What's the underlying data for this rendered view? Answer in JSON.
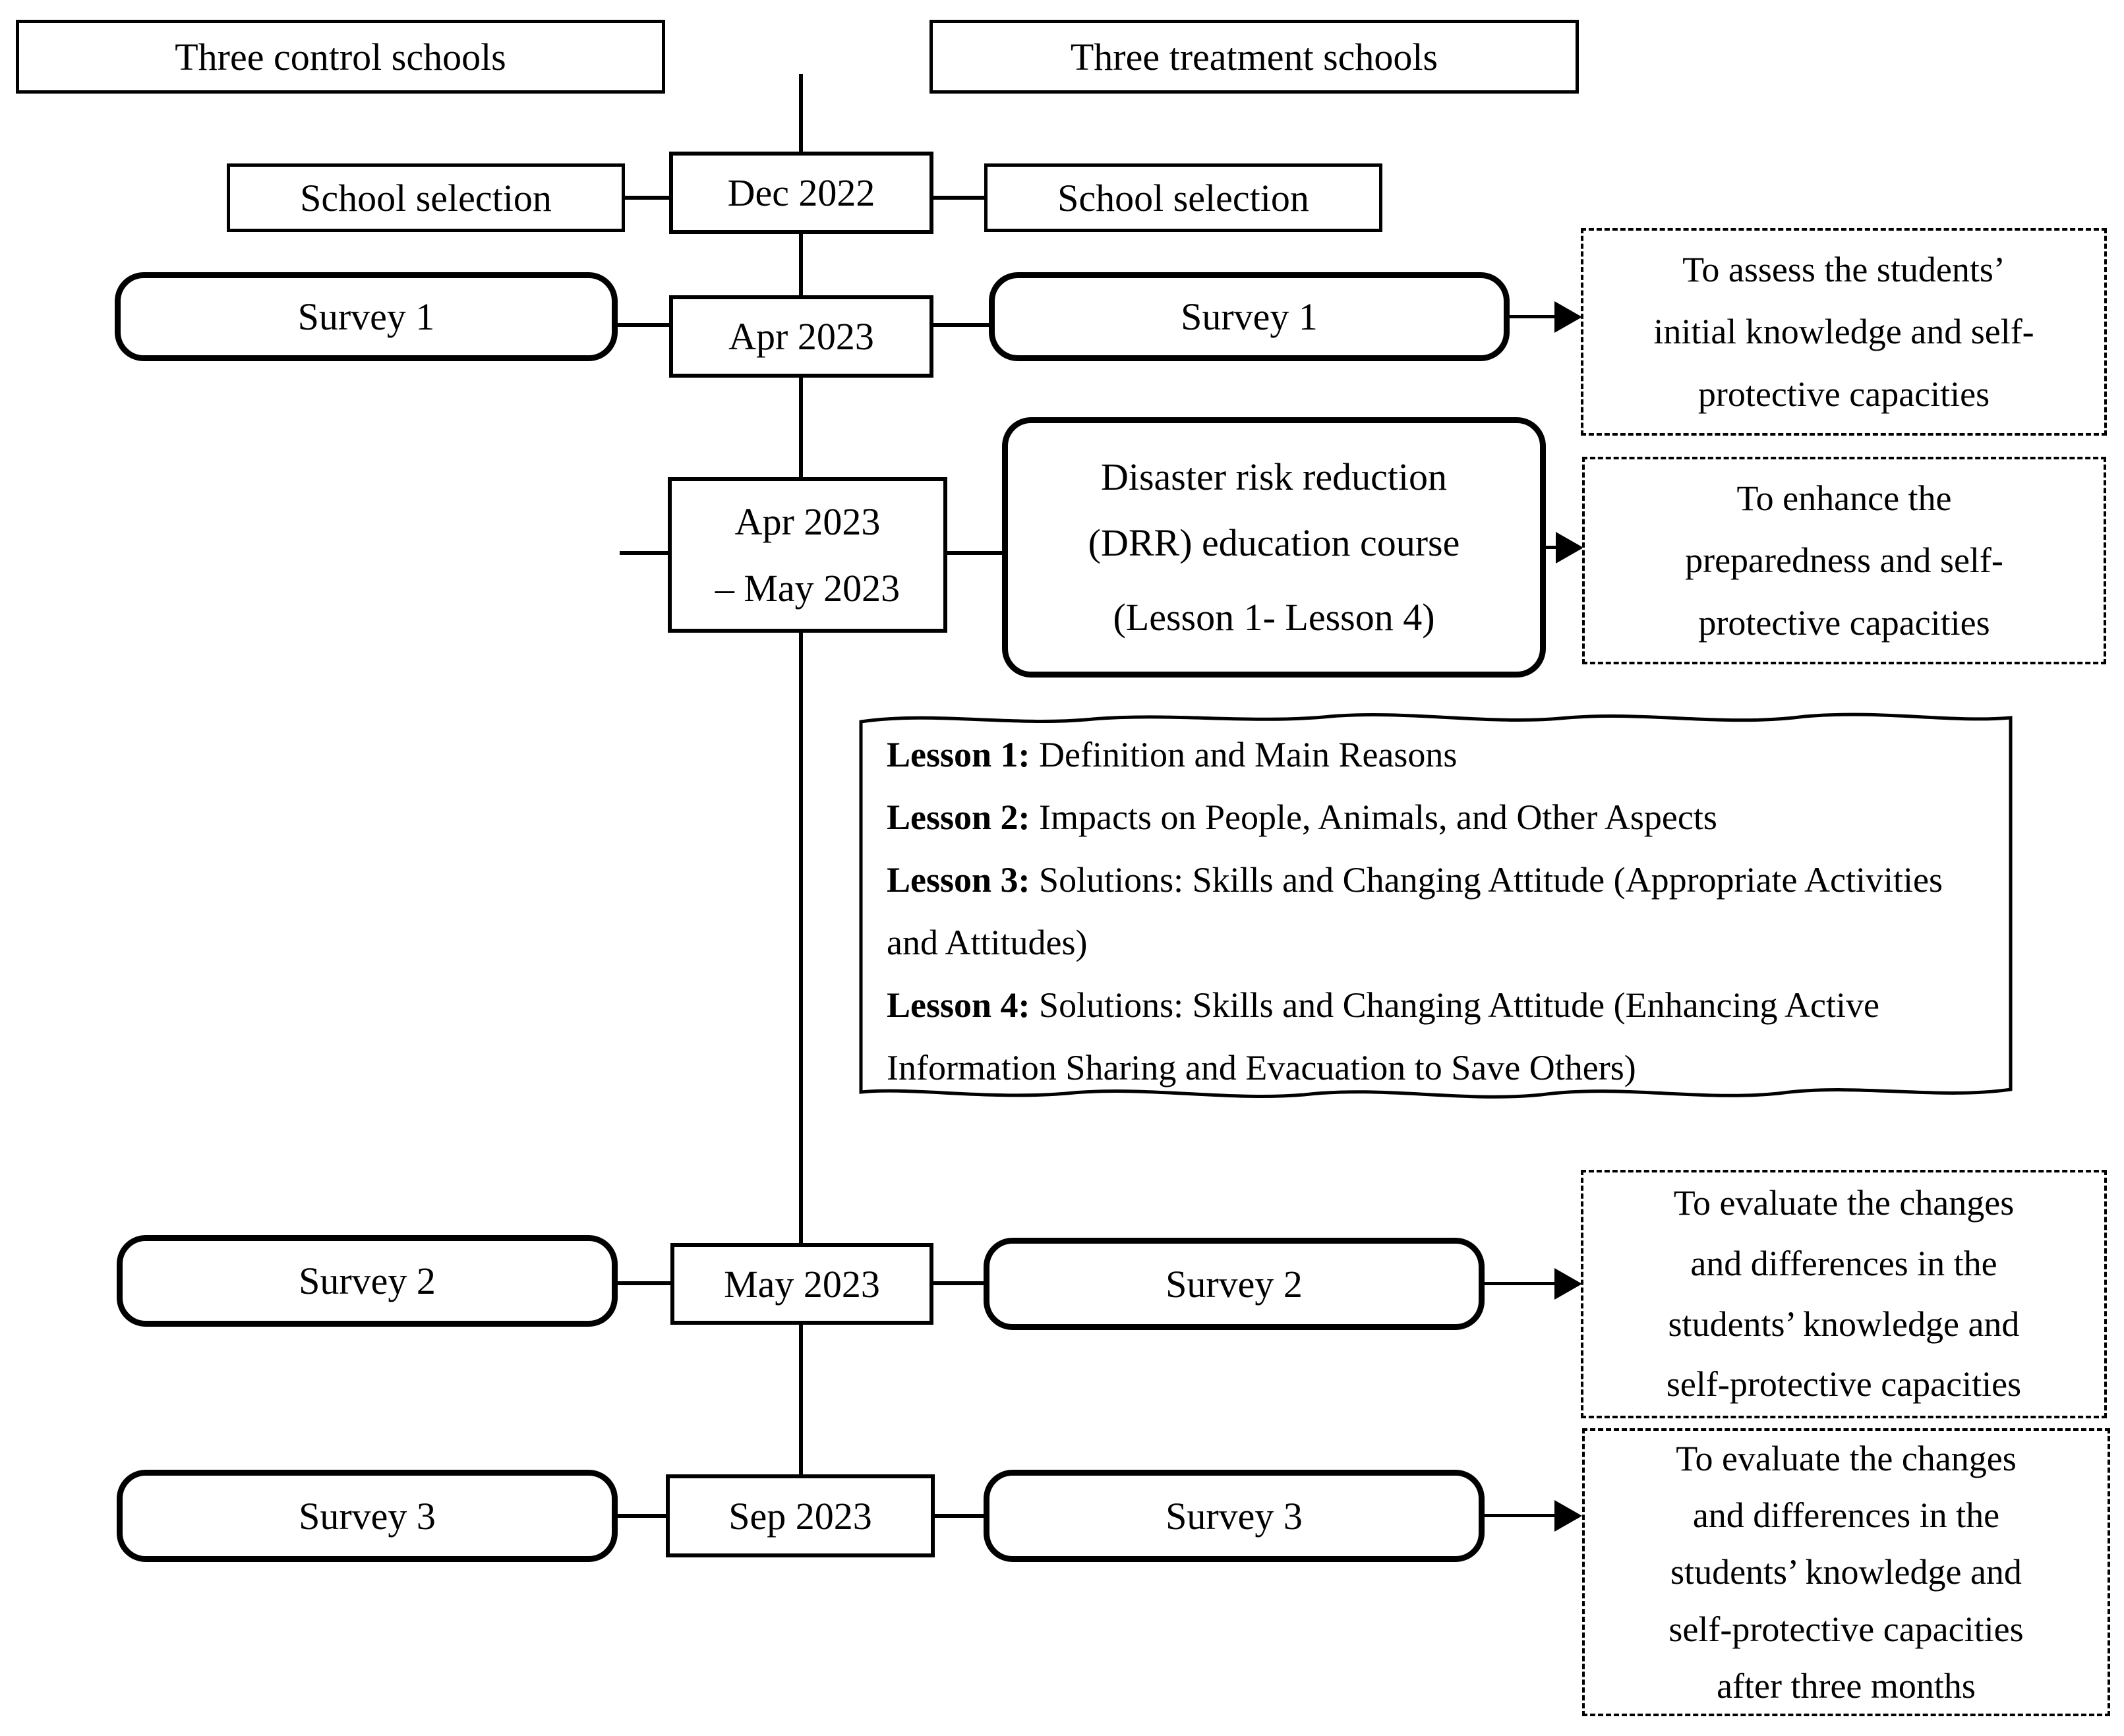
{
  "colors": {
    "ink": "#000000",
    "background": "#ffffff"
  },
  "headers": {
    "control": "Three control schools",
    "treatment": "Three treatment schools"
  },
  "rows": {
    "school_selection": {
      "date": "Dec 2022",
      "left": "School selection",
      "right": "School selection"
    },
    "survey1": {
      "date": "Apr 2023",
      "left": "Survey 1",
      "right": "Survey 1"
    },
    "course": {
      "date_lines": [
        "Apr 2023",
        "– May 2023"
      ],
      "title_lines": [
        "Disaster risk reduction",
        "(DRR) education course"
      ],
      "subtitle": "(Lesson 1- Lesson 4)"
    },
    "survey2": {
      "date": "May 2023",
      "left": "Survey 2",
      "right": "Survey 2"
    },
    "survey3": {
      "date": "Sep 2023",
      "left": "Survey 3",
      "right": "Survey 3"
    }
  },
  "goals": [
    {
      "lines": [
        "To assess the students’",
        "initial knowledge and self-",
        "protective capacities"
      ]
    },
    {
      "lines": [
        "To enhance the",
        "preparedness and self-",
        "protective capacities"
      ]
    },
    {
      "lines": [
        "To evaluate the changes",
        "and differences in the",
        "students’ knowledge and",
        "self-protective capacities"
      ]
    },
    {
      "lines": [
        "To evaluate the changes",
        "and differences in the",
        "students’ knowledge and",
        "self-protective capacities",
        "after three months"
      ]
    }
  ],
  "lessons": {
    "items": [
      {
        "label": "Lesson 1:",
        "text": " Definition and Main Reasons"
      },
      {
        "label": "Lesson 2:",
        "text": " Impacts on People, Animals, and Other Aspects"
      },
      {
        "label": "Lesson 3:",
        "text": " Solutions: Skills and Changing Attitude (Appropriate Activities and Attitudes)"
      },
      {
        "label": "Lesson 4:",
        "text": " Solutions: Skills and Changing Attitude (Enhancing Active Information Sharing and Evacuation to Save Others)"
      }
    ]
  }
}
